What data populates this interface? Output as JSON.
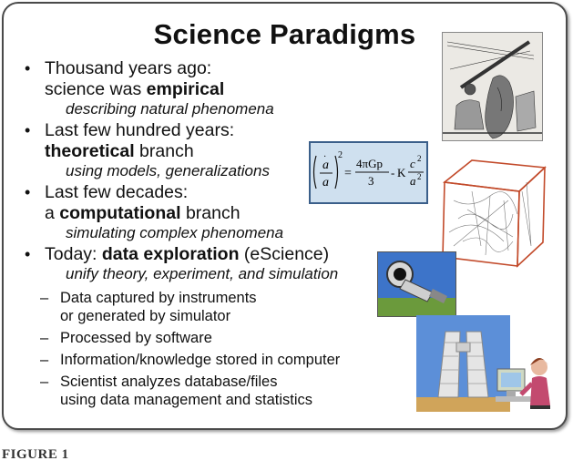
{
  "title": "Science Paradigms",
  "sections": [
    {
      "line1": "Thousand years ago:",
      "line2_pre": "science was ",
      "line2_bold": "empirical",
      "line2_post": "",
      "italic": "describing natural phenomena"
    },
    {
      "line1": "Last few hundred years:",
      "line2_pre": "",
      "line2_bold": "theoretical",
      "line2_post": " branch",
      "italic": "using models, generalizations"
    },
    {
      "line1": "Last few decades:",
      "line2_pre": "a ",
      "line2_bold": "computational",
      "line2_post": " branch",
      "italic": "simulating complex phenomena"
    }
  ],
  "today": {
    "pre": "Today: ",
    "bold": "data exploration",
    "post": " (eScience)",
    "italic": "unify theory, experiment, and simulation"
  },
  "sub_bullets": [
    {
      "l1": "Data captured by instruments",
      "l2": "or generated by simulator"
    },
    {
      "l1": "Processed by software",
      "l2": ""
    },
    {
      "l1": "Information/knowledge stored in computer",
      "l2": ""
    },
    {
      "l1": "Scientist analyzes database/files",
      "l2": "using data management and statistics"
    }
  ],
  "formula": {
    "lhs_num": "a",
    "lhs_den": "a",
    "exp": "2",
    "eq": "=",
    "num": "4πGp",
    "den": "3",
    "minus": "-",
    "k": "K",
    "c": "c",
    "c_exp": "2",
    "a2": "a",
    "a2_exp": "2"
  },
  "caption": "FIGURE 1",
  "colors": {
    "cube_edge": "#c24a2a",
    "formula_bg": "#cfe0ef",
    "formula_border": "#3b5f8a",
    "sky": "#3d74c9"
  },
  "icons": [
    "astronomer-engraving-icon",
    "simulation-cube-icon",
    "telescope-satellite-icon",
    "fermilab-building-icon",
    "scientist-computer-icon"
  ]
}
